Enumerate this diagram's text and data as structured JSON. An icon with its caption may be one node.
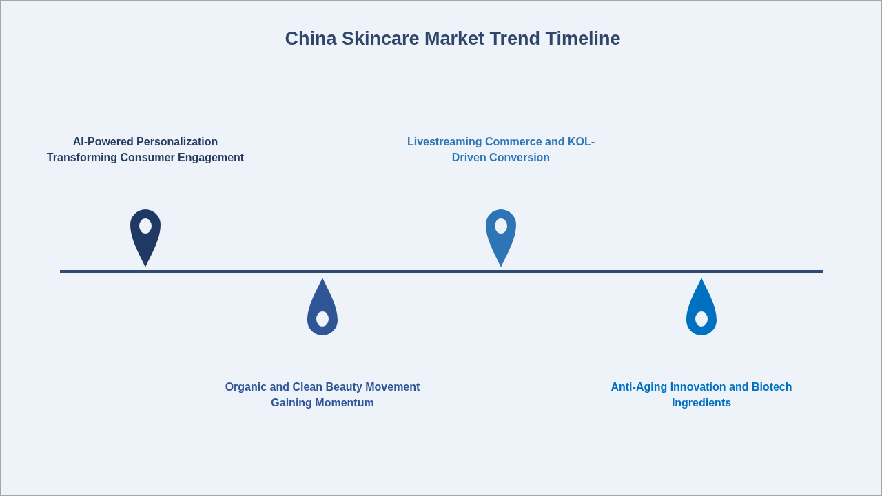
{
  "diagram": {
    "title": "China Skincare Market Trend Timeline",
    "nodes": [
      {
        "text": [],
        "shape": "pin"
      },
      {
        "text": [],
        "shape": "pin"
      },
      {
        "text": [],
        "shape": "pin"
      },
      {
        "text": [],
        "shape": "pin"
      }
    ],
    "labels": [
      "AI-Powered Personalization Transforming Consumer Engagement",
      "Organic and Clean Beauty Movement Gaining Momentum",
      "Livestreaming Commerce and KOL-Driven Conversion",
      "Anti-Aging Innovation and Biotech Ingredients"
    ]
  }
}
